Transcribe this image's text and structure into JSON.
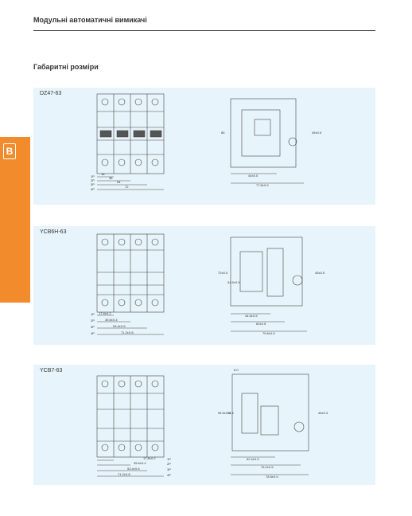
{
  "header": {
    "title": "Модульні автоматичні вимикачі"
  },
  "section": {
    "title": "Габаритні розміри"
  },
  "side_tab": {
    "letter": "B",
    "color": "#f28b2c"
  },
  "panel_color": "#e8f4fb",
  "products": [
    {
      "model": "DZ47-63",
      "front_dims": [
        "18",
        "36",
        "54",
        "72"
      ],
      "pole_labels": [
        "1P",
        "2P",
        "3P",
        "4P"
      ],
      "side_dims": [
        "44±0.5",
        "77.8±0.5"
      ],
      "height_dim": "85",
      "right_dim": "45±0.5"
    },
    {
      "model": "YCB6H-63",
      "front_dims": [
        "17.8±0.2",
        "35.6±0.4",
        "53.4±0.6",
        "71.2±0.8"
      ],
      "pole_labels": [
        "1P",
        "2P",
        "3P",
        "4P"
      ],
      "side_dims": [
        "44.5±0.5",
        "60±0.5",
        "75.8±0.5"
      ],
      "height_dim": "72±0.5",
      "inner_dim": "34.5±0.5",
      "right_dim": "45±0.5"
    },
    {
      "model": "YCB7-63",
      "front_dims": [
        "17.8±0.2",
        "35.6±0.4",
        "53.4±0.6",
        "71.2±0.8"
      ],
      "pole_labels": [
        "1P",
        "2P",
        "3P",
        "4P"
      ],
      "side_dims": [
        "52.4±0.5",
        "76.2±0.5",
        "78.8±0.5"
      ],
      "height_dim": "95.5±0.5",
      "inner_dim": "34.5",
      "right_dim": "45±0.3",
      "top_dim": "6.0"
    }
  ]
}
